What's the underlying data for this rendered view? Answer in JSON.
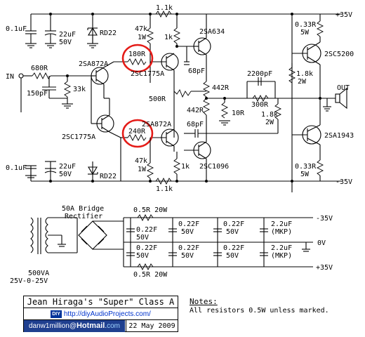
{
  "amp_labels": {
    "cap_01uf_top": "0.1uF",
    "cap_22uf_top": "22uF",
    "cap_50v_top": "50V",
    "rd22_top": "RD22",
    "r_11k_top": "1.1k",
    "r_47k_top": "47k",
    "r_1w_top": "1W",
    "r_1k_top": "1k",
    "q_2sa634": "2SA634",
    "r_033_top": "0.33R",
    "r_5w_top": "5W",
    "rail_pos": "+35V",
    "q_2sc5200": "2SC5200",
    "q_2sa872a_in": "2SA872A",
    "r_180r": "180R",
    "q_2sc1775a_top": "2SC1775A",
    "c_68pf_top": "68pF",
    "in_label": "IN",
    "r_680r": "680R",
    "c_150pf": "150pF",
    "r_33k": "33k",
    "r_500r": "500R",
    "r_442r_a": "442R",
    "c_2200pf": "2200pF",
    "r_18k_2w_a": "1.8k",
    "r_2w_a": "2W",
    "out_label": "OUT",
    "r_300r": "300R",
    "r_442r_b": "442R",
    "r_10r": "10R",
    "r_18k_2w_b": "1.8k",
    "r_2w_b": "2W",
    "q_2sc1775a_in": "2SC1775A",
    "q_2sa872a_low": "2SA872A",
    "r_240r": "240R",
    "c_68pf_low": "68pF",
    "q_2sa1943": "2SA1943",
    "r_47k_low": "47k",
    "r_1w_low": "1W",
    "r_1k_low": "1k",
    "q_2sc1096": "2SC1096",
    "cap_01uf_low": "0.1uF",
    "cap_22uf_low": "22uF",
    "cap_50v_low": "50V",
    "rd22_low": "RD22",
    "r_11k_low": "1.1k",
    "r_033_low": "0.33R",
    "r_5w_low": "5W",
    "rail_neg": "-35V"
  },
  "psu_labels": {
    "bridge": "50A Bridge",
    "rectifier": "Rectifier",
    "r_05r_top": "0.5R 20W",
    "r_05r_bot": "0.5R 20W",
    "c_022f": "0.22F",
    "c_50v": "50V",
    "c_22uf": "2.2uF",
    "c_mkp": "(MKP)",
    "rail_neg": "-35V",
    "rail_zero": "0V",
    "rail_pos": "+35V",
    "transformer_va": "500VA",
    "transformer_v": "25V-0-25V"
  },
  "title_block": {
    "title": "Jean Hiraga's \"Super\" Class A",
    "logo": "DIY",
    "website": "http://diyAudioProjects.com/",
    "email_user": "danw1million",
    "email_at": "@",
    "email_host": "Hotmail",
    "email_dot": ".",
    "email_tld": "com",
    "date": "22 May 2009"
  },
  "notes": {
    "heading": "Notes:",
    "text": "All resistors 0.5W unless marked."
  },
  "highlight_color": "#e41b17"
}
